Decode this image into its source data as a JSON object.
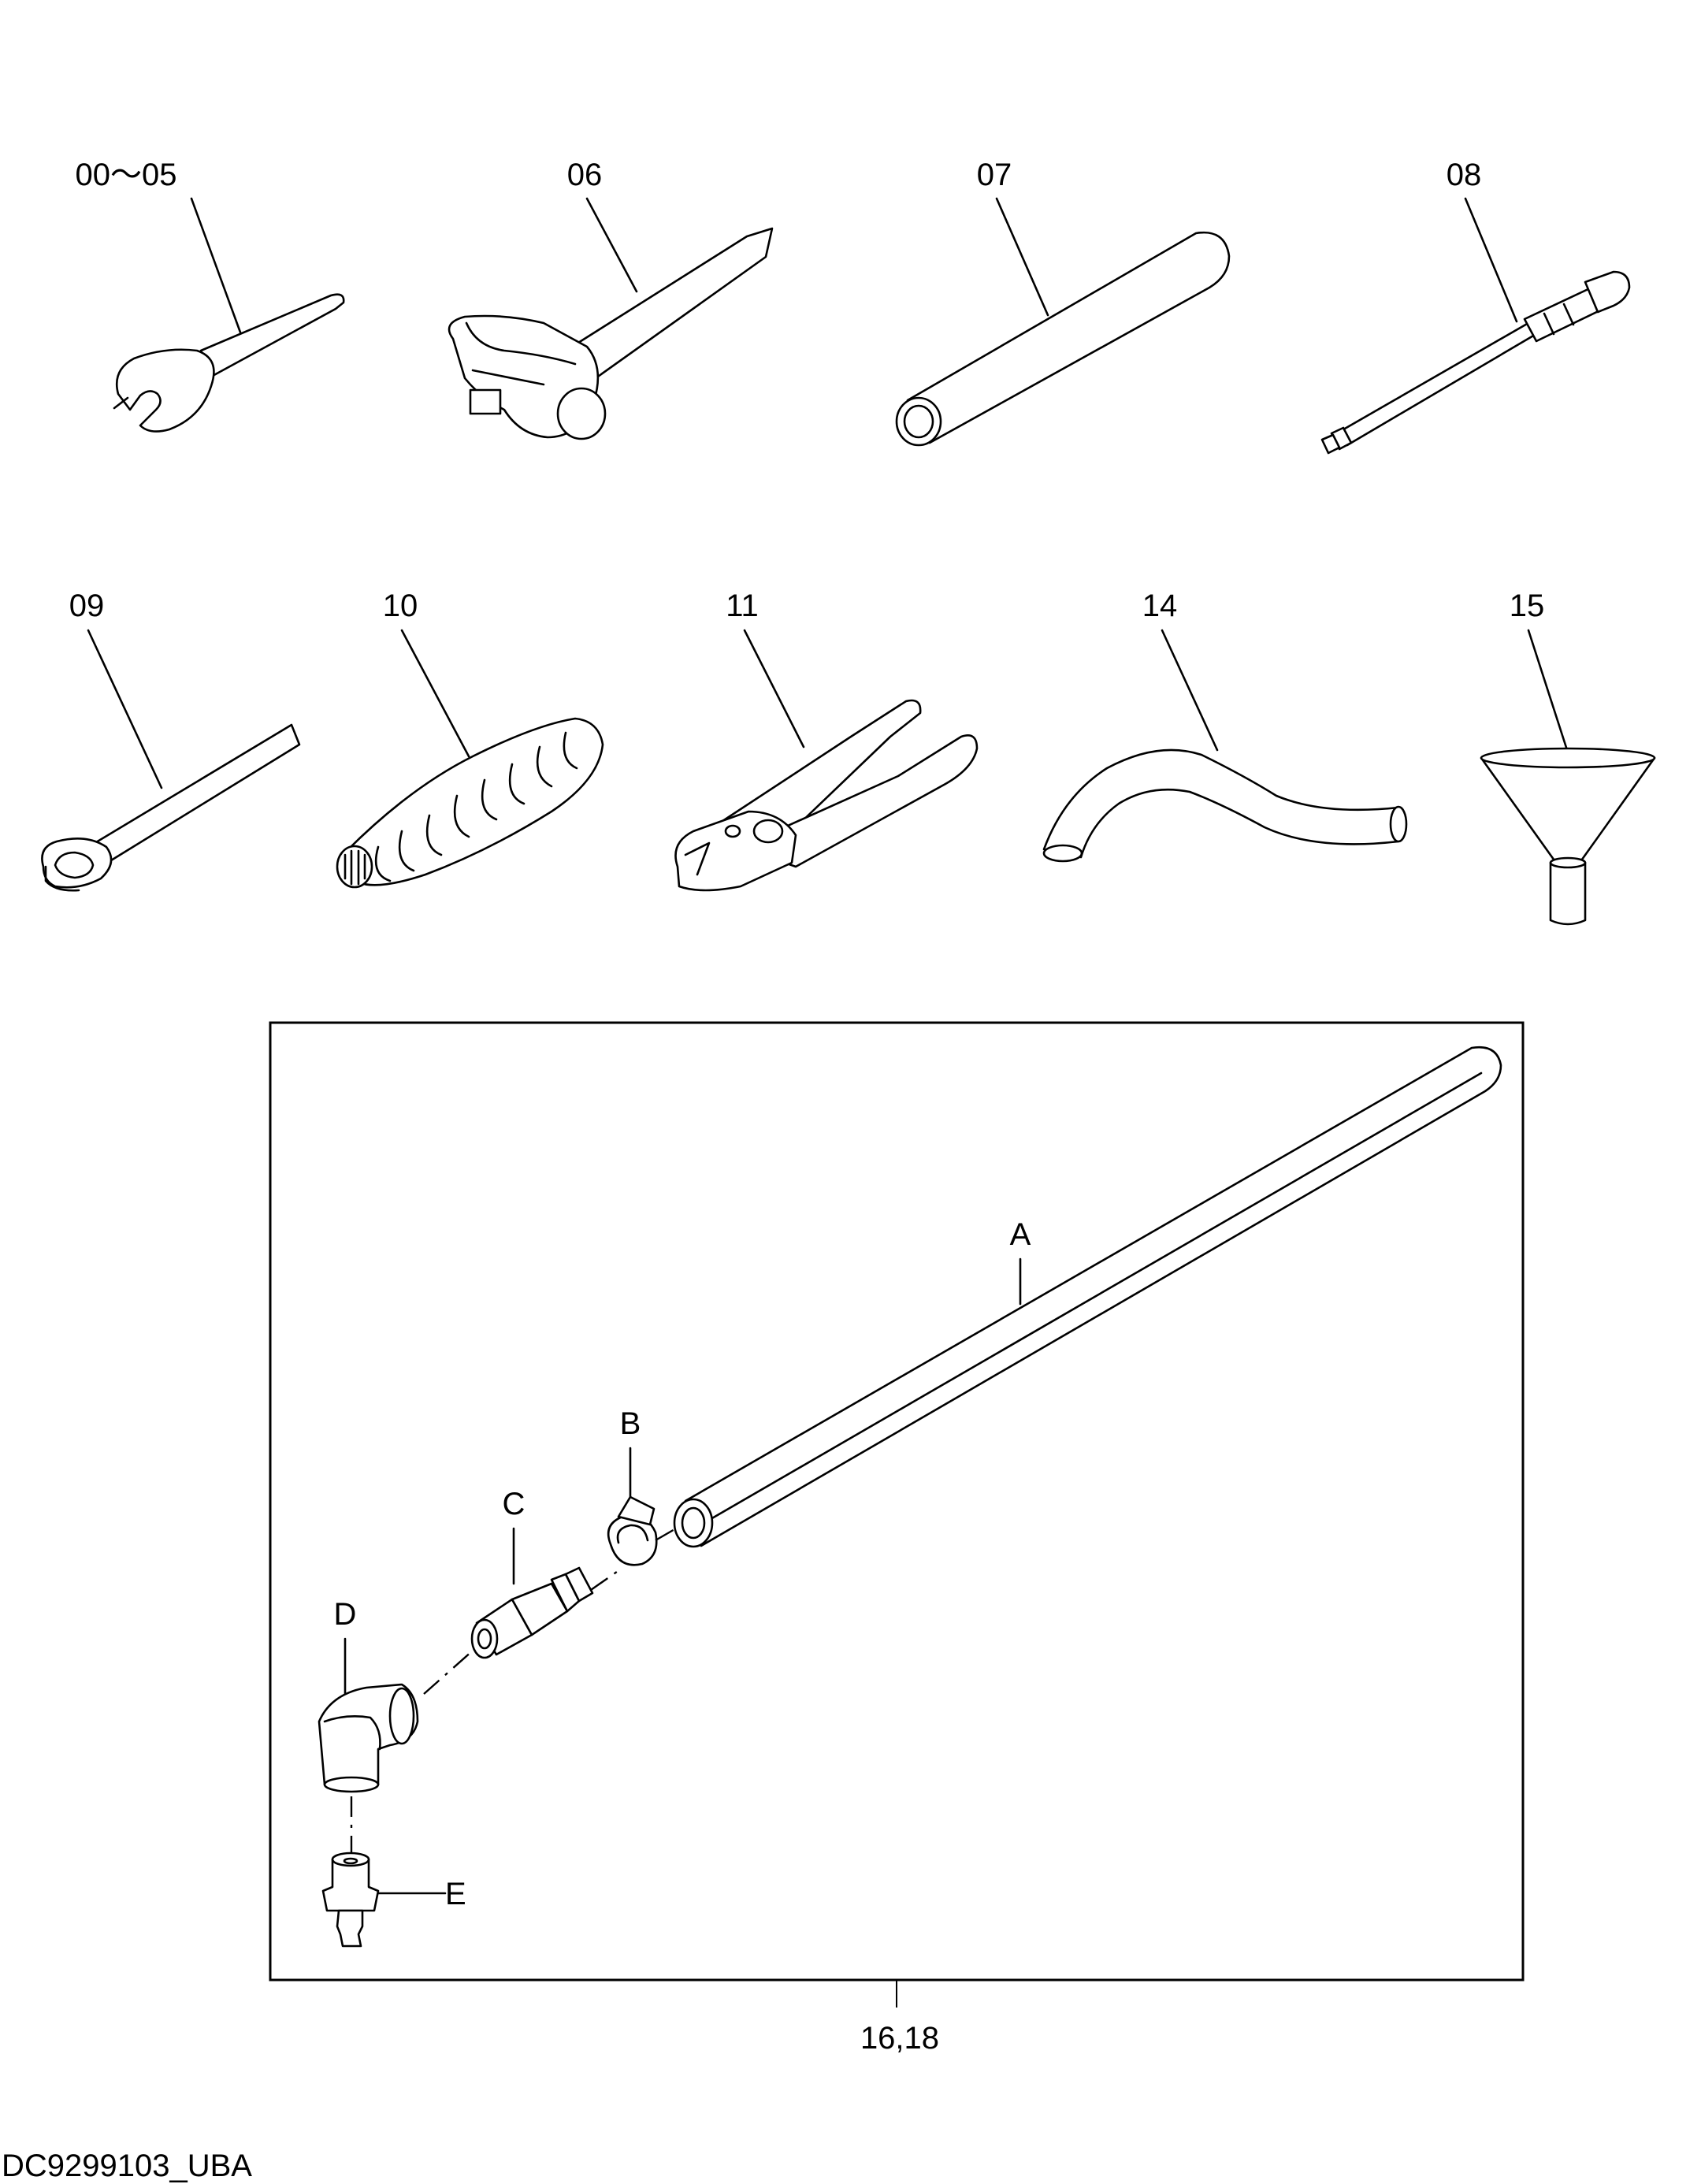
{
  "parts": {
    "p00_05": "00～05",
    "p06": "06",
    "p07": "07",
    "p08": "08",
    "p09": "09",
    "p10": "10",
    "p11": "11",
    "p14": "14",
    "p15": "15",
    "p16_18": "16,18"
  },
  "kit": {
    "a": "A",
    "b": "B",
    "c": "C",
    "d": "D",
    "e": "E"
  },
  "document_code": "DC9299103_UBA"
}
